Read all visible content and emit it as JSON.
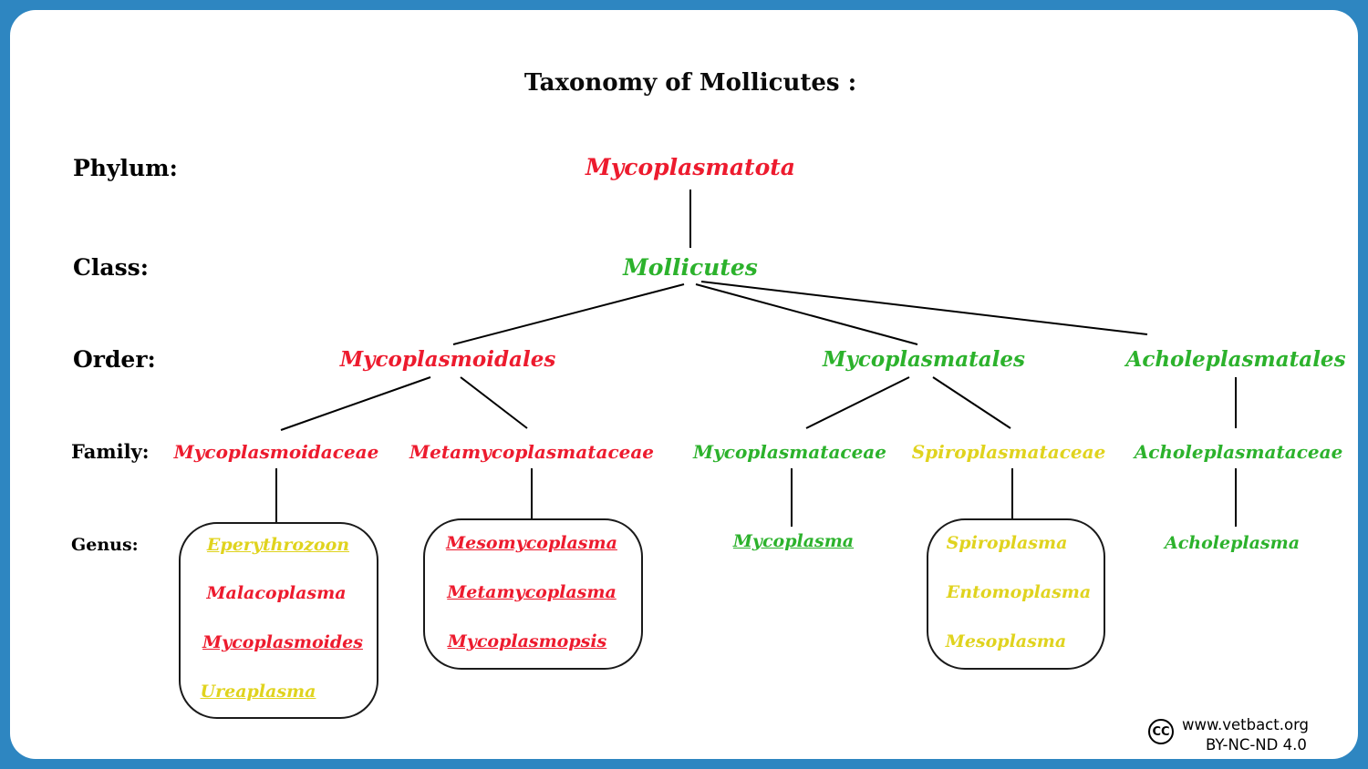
{
  "title": "Taxonomy of Mollicutes :",
  "colors": {
    "red": "#ED1B2E",
    "green": "#2CB22C",
    "yellow": "#E0D31E",
    "black": "#000000",
    "frame": "#2E86C1"
  },
  "row_labels": {
    "phylum": "Phylum:",
    "class": "Class:",
    "order": "Order:",
    "family": "Family:",
    "genus": "Genus:"
  },
  "phylum": {
    "name": "Mycoplasmatota",
    "color": "red"
  },
  "class": {
    "name": "Mollicutes",
    "color": "green"
  },
  "orders": [
    {
      "name": "Mycoplasmoidales",
      "color": "red",
      "parent": "Mollicutes"
    },
    {
      "name": "Mycoplasmatales",
      "color": "green",
      "parent": "Mollicutes"
    },
    {
      "name": "Acholeplasmatales",
      "color": "green",
      "parent": "Mollicutes"
    }
  ],
  "families": [
    {
      "name": "Mycoplasmoidaceae",
      "color": "red",
      "parent": "Mycoplasmoidales"
    },
    {
      "name": "Metamycoplasmataceae",
      "color": "red",
      "parent": "Mycoplasmoidales"
    },
    {
      "name": "Mycoplasmataceae",
      "color": "green",
      "parent": "Mycoplasmatales"
    },
    {
      "name": "Spiroplasmataceae",
      "color": "yellow",
      "parent": "Mycoplasmatales"
    },
    {
      "name": "Acholeplasmataceae",
      "color": "green",
      "parent": "Acholeplasmatales"
    }
  ],
  "genus_groups": [
    {
      "family": "Mycoplasmoidaceae",
      "boxed": true,
      "items": [
        {
          "name": "Eperythrozoon",
          "color": "yellow",
          "underline": true
        },
        {
          "name": "Malacoplasma",
          "color": "red",
          "underline": false
        },
        {
          "name": "Mycoplasmoides",
          "color": "red",
          "underline": true
        },
        {
          "name": "Ureaplasma",
          "color": "yellow",
          "underline": true
        }
      ]
    },
    {
      "family": "Metamycoplasmataceae",
      "boxed": true,
      "items": [
        {
          "name": "Mesomycoplasma",
          "color": "red",
          "underline": true
        },
        {
          "name": "Metamycoplasma",
          "color": "red",
          "underline": true
        },
        {
          "name": "Mycoplasmopsis",
          "color": "red",
          "underline": true
        }
      ]
    },
    {
      "family": "Mycoplasmataceae",
      "boxed": false,
      "items": [
        {
          "name": "Mycoplasma",
          "color": "green",
          "underline": true
        }
      ]
    },
    {
      "family": "Spiroplasmataceae",
      "boxed": true,
      "items": [
        {
          "name": "Spiroplasma",
          "color": "yellow",
          "underline": false
        },
        {
          "name": "Entomoplasma",
          "color": "yellow",
          "underline": false
        },
        {
          "name": "Mesoplasma",
          "color": "yellow",
          "underline": false
        }
      ]
    },
    {
      "family": "Acholeplasmataceae",
      "boxed": false,
      "items": [
        {
          "name": "Acholeplasma",
          "color": "green",
          "underline": false
        }
      ]
    }
  ],
  "footer": {
    "cc_label": "CC",
    "website": "www.vetbact.org",
    "license": "BY-NC-ND 4.0"
  }
}
